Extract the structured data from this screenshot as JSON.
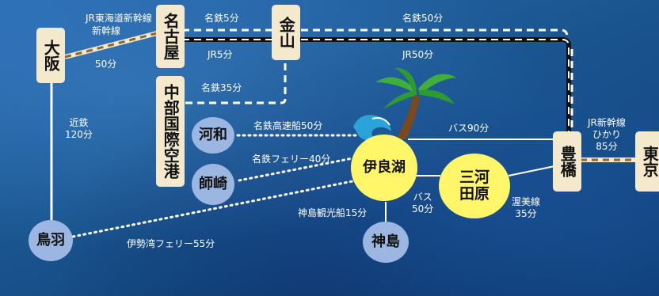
{
  "stations": {
    "osaka": "大阪",
    "nagoya": "名古屋",
    "kanayama": "金山",
    "centrair": "中部国際空港",
    "toyohashi": "豊橋",
    "tokyo": "東京",
    "kowa": "河和",
    "morozaki": "師崎",
    "iragomisaki": "伊良湖",
    "mikawa_tahara": "三河田原",
    "kamishima": "神島",
    "toba": "鳥羽"
  },
  "routes": {
    "jr_tokaido_shinkansen": "JR東海道新幹線",
    "osaka_nagoya_time": "50分",
    "kintetsu": "近鉄",
    "kintetsu_time": "120分",
    "meitetsu_5": "名鉄5分",
    "jr_5": "JR5分",
    "meitetsu_50": "名鉄50分",
    "jr_50": "JR50分",
    "meitetsu_35": "名鉄35分",
    "meitetsu_ferry_40": "名鉄フェリー40分",
    "meitetsu_express_boat_50": "名鉄高速船50分",
    "bus_90": "バス90分",
    "jr_shinkansen": "JR新幹線",
    "hikari": "ひかり",
    "hikari_time": "85分",
    "bus": "バス",
    "bus_time": "50分",
    "atsumi_line": "渥美線",
    "atsumi_time": "35分",
    "kamishima_boat": "神島観光船15分",
    "isewan_ferry": "伊勢湾フェリー55分"
  },
  "colors": {
    "sea": "#1a558f",
    "station_box": "#f4e9cd",
    "port_circle": "#9bb7e1",
    "highlight_circle": "#fff669",
    "jr_line": "#111111",
    "meitetsu_line": "#ffffff",
    "shinkansen_stripe": "#b08a3e"
  },
  "icons": [
    "palm-tree-icon",
    "wave-icon"
  ]
}
